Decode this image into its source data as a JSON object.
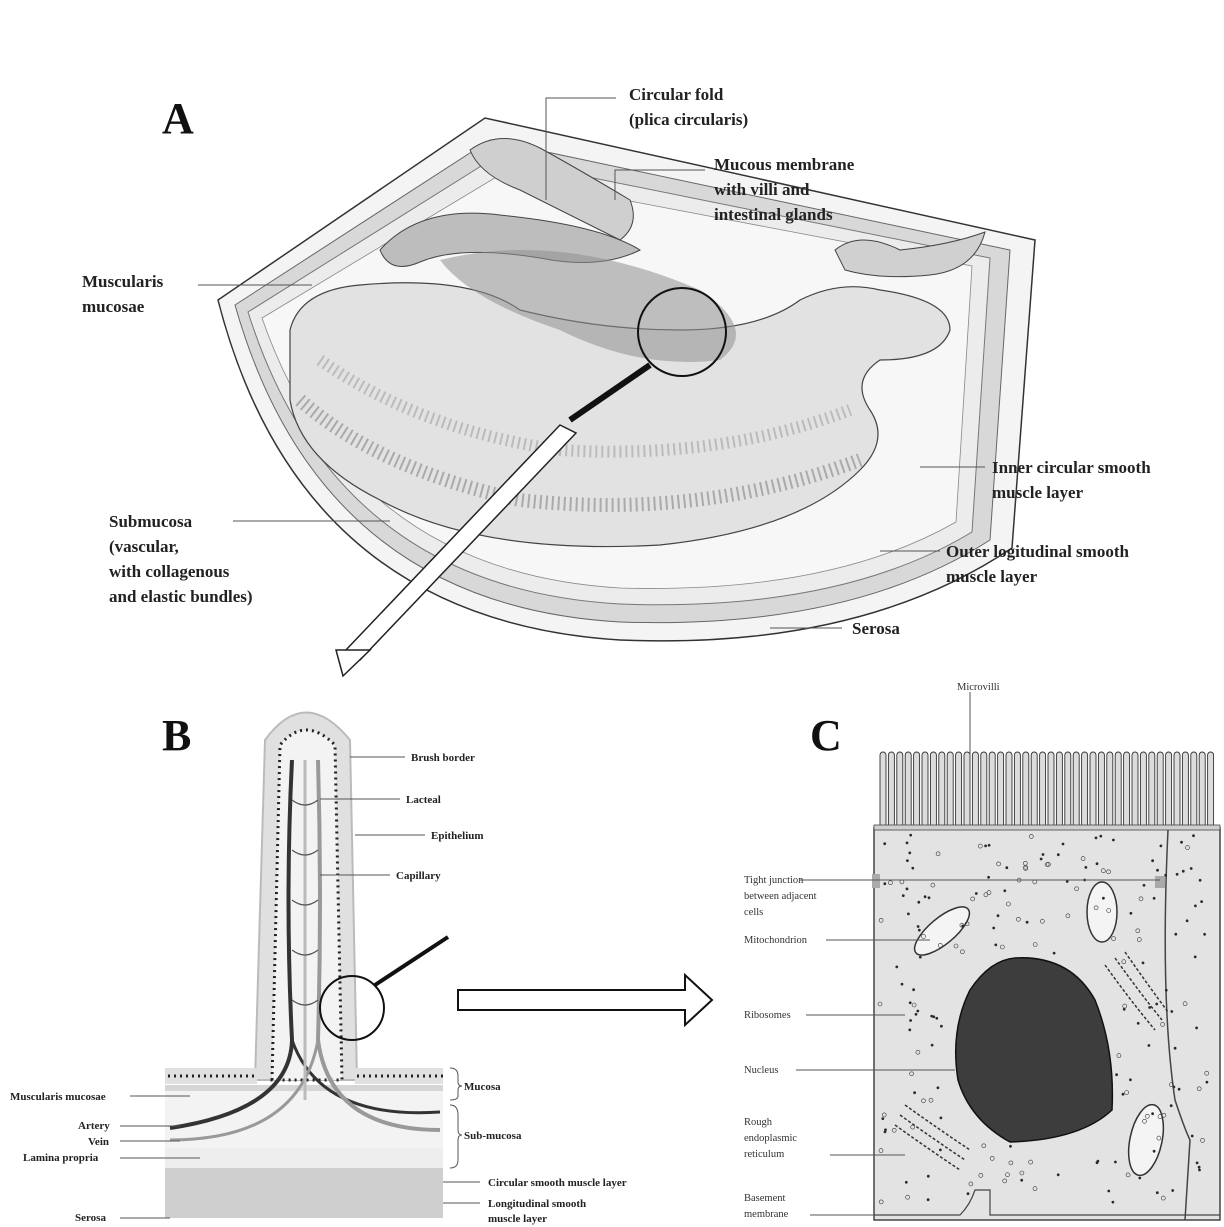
{
  "panels": {
    "a": "A",
    "b": "B",
    "c": "C"
  },
  "panel_a": {
    "circular_fold": [
      "Circular fold",
      "(plica circularis)"
    ],
    "mucous_membrane": [
      "Mucous membrane",
      "with villi and",
      "intestinal glands"
    ],
    "muscularis_mucosae": [
      "Muscularis",
      "mucosae"
    ],
    "submucosa": [
      "Submucosa",
      "(vascular,",
      "with collagenous",
      "and elastic bundles)"
    ],
    "inner_circular": [
      "Inner circular smooth",
      "muscle layer"
    ],
    "outer_longitudinal": [
      "Outer logitudinal smooth",
      "muscle layer"
    ],
    "serosa": "Serosa"
  },
  "panel_b": {
    "brush_border": "Brush border",
    "lacteal": "Lacteal",
    "epithelium": "Epithelium",
    "capillary": "Capillary",
    "mucosa": "Mucosa",
    "sub_mucosa": "Sub-mucosa",
    "muscularis_mucosae": "Muscularis mucosae",
    "artery": "Artery",
    "vein": "Vein",
    "lamina_propria": "Lamina propria",
    "circular_muscle": "Circular smooth muscle layer",
    "longitudinal_muscle": [
      "Longitudinal smooth",
      "muscle layer"
    ],
    "serosa": "Serosa"
  },
  "panel_c": {
    "microvilli": "Microvilli",
    "tight_junction": [
      "Tight junction",
      "between adjacent",
      "cells"
    ],
    "mitochondrion": "Mitochondrion",
    "ribosomes": "Ribosomes",
    "nucleus": "Nucleus",
    "rough_er": [
      "Rough",
      "endoplasmic",
      "reticulum"
    ],
    "basement_membrane": [
      "Basement",
      "membrane"
    ]
  }
}
